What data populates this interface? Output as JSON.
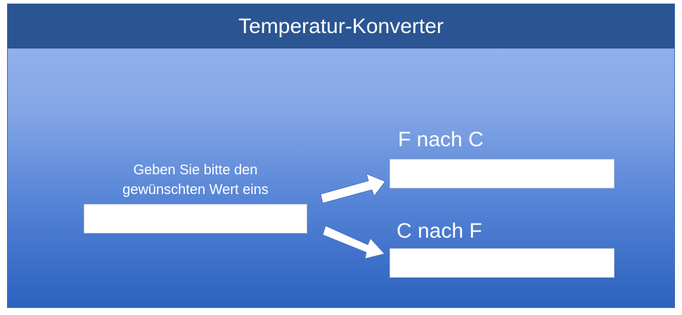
{
  "header": {
    "title": "Temperatur-Konverter"
  },
  "input": {
    "prompt": "Geben Sie bitte den\ngewünschten Wert eins",
    "value": ""
  },
  "conversions": {
    "f_to_c": {
      "label": "F nach C",
      "value": ""
    },
    "c_to_f": {
      "label": "C nach F",
      "value": ""
    }
  },
  "colors": {
    "header_bg": "#2b5592",
    "gradient_top": "#9cb6ec",
    "gradient_bottom": "#2c61bf",
    "text": "#ffffff"
  }
}
